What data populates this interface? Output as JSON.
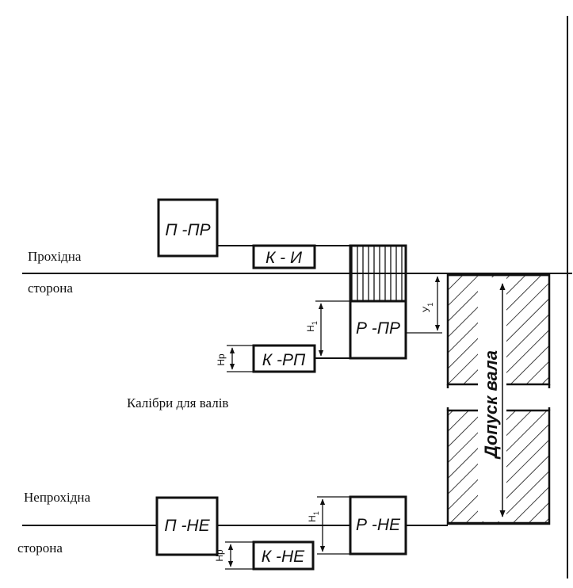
{
  "labels": {
    "go_side_1": "Прохідна",
    "go_side_2": "сторона",
    "nogo_side_1": "Непрохідна",
    "nogo_side_2": "сторона",
    "caption": "Калібри для валів",
    "shaft_tolerance": "Допуск вала"
  },
  "gauges": {
    "p_pr": "П -ПР",
    "k_i": "К - И",
    "r_pr": "Р -ПР",
    "k_rp": "К -РП",
    "p_ne": "П -НЕ",
    "r_ne": "Р -НЕ",
    "k_ne": "К -НЕ"
  },
  "dimensions": {
    "y1": "У",
    "y1_sub": "1",
    "h1_top": "Н",
    "h1_top_sub": "1",
    "hp_top": "Нр",
    "h1_bottom": "Н",
    "h1_bottom_sub": "1",
    "hp_bottom": "Нр"
  }
}
